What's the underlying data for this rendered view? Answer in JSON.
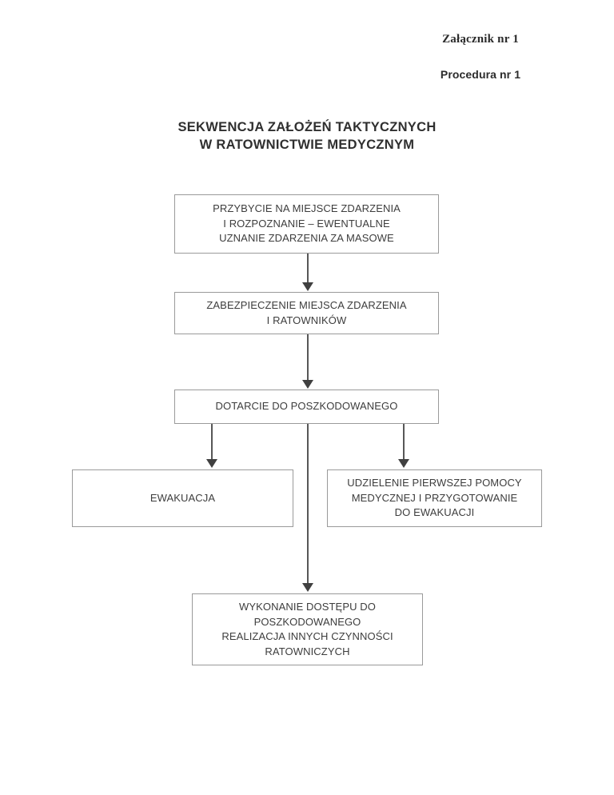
{
  "header": {
    "attachment_label": "Załącznik nr 1",
    "procedure_label": "Procedura nr 1"
  },
  "title": {
    "line1": "SEKWENCJA ZAŁOŻEŃ TAKTYCZNYCH",
    "line2": "W RATOWNICTWIE MEDYCZNYM"
  },
  "colors": {
    "box_border": "#9a9a9a",
    "connector": "#575757",
    "arrowhead": "#404040",
    "text": "#3d3d3d",
    "background": "#ffffff"
  },
  "flowchart": {
    "type": "flowchart",
    "orientation": "top-to-bottom",
    "nodes": [
      {
        "id": "arrival",
        "lines": [
          "PRZYBYCIE NA MIEJSCE ZDARZENIA",
          "I ROZPOZNANIE – EWENTUALNE",
          "UZNANIE ZDARZENIA ZA MASOWE"
        ]
      },
      {
        "id": "secure",
        "lines": [
          "ZABEZPIECZENIE MIEJSCA ZDARZENIA",
          "I RATOWNIKÓW"
        ]
      },
      {
        "id": "reach",
        "lines": [
          "DOTARCIE DO POSZKODOWANEGO"
        ]
      },
      {
        "id": "evacuation",
        "lines": [
          "EWAKUACJA"
        ]
      },
      {
        "id": "firstaid",
        "lines": [
          "UDZIELENIE PIERWSZEJ POMOCY",
          "MEDYCZNEJ I PRZYGOTOWANIE",
          "DO EWAKUACJI"
        ]
      },
      {
        "id": "access",
        "lines": [
          "WYKONANIE DOSTĘPU DO",
          "POSZKODOWANEGO",
          "REALIZACJA INNYCH CZYNNOŚCI",
          "RATOWNICZYCH"
        ]
      }
    ],
    "edges": [
      {
        "from": "arrival",
        "to": "secure",
        "style": "arrow"
      },
      {
        "from": "secure",
        "to": "reach",
        "style": "arrow"
      },
      {
        "from": "reach",
        "to": "evacuation",
        "style": "arrow"
      },
      {
        "from": "reach",
        "to": "firstaid",
        "style": "arrow"
      },
      {
        "from": "reach",
        "to": "access",
        "style": "arrow"
      }
    ]
  }
}
